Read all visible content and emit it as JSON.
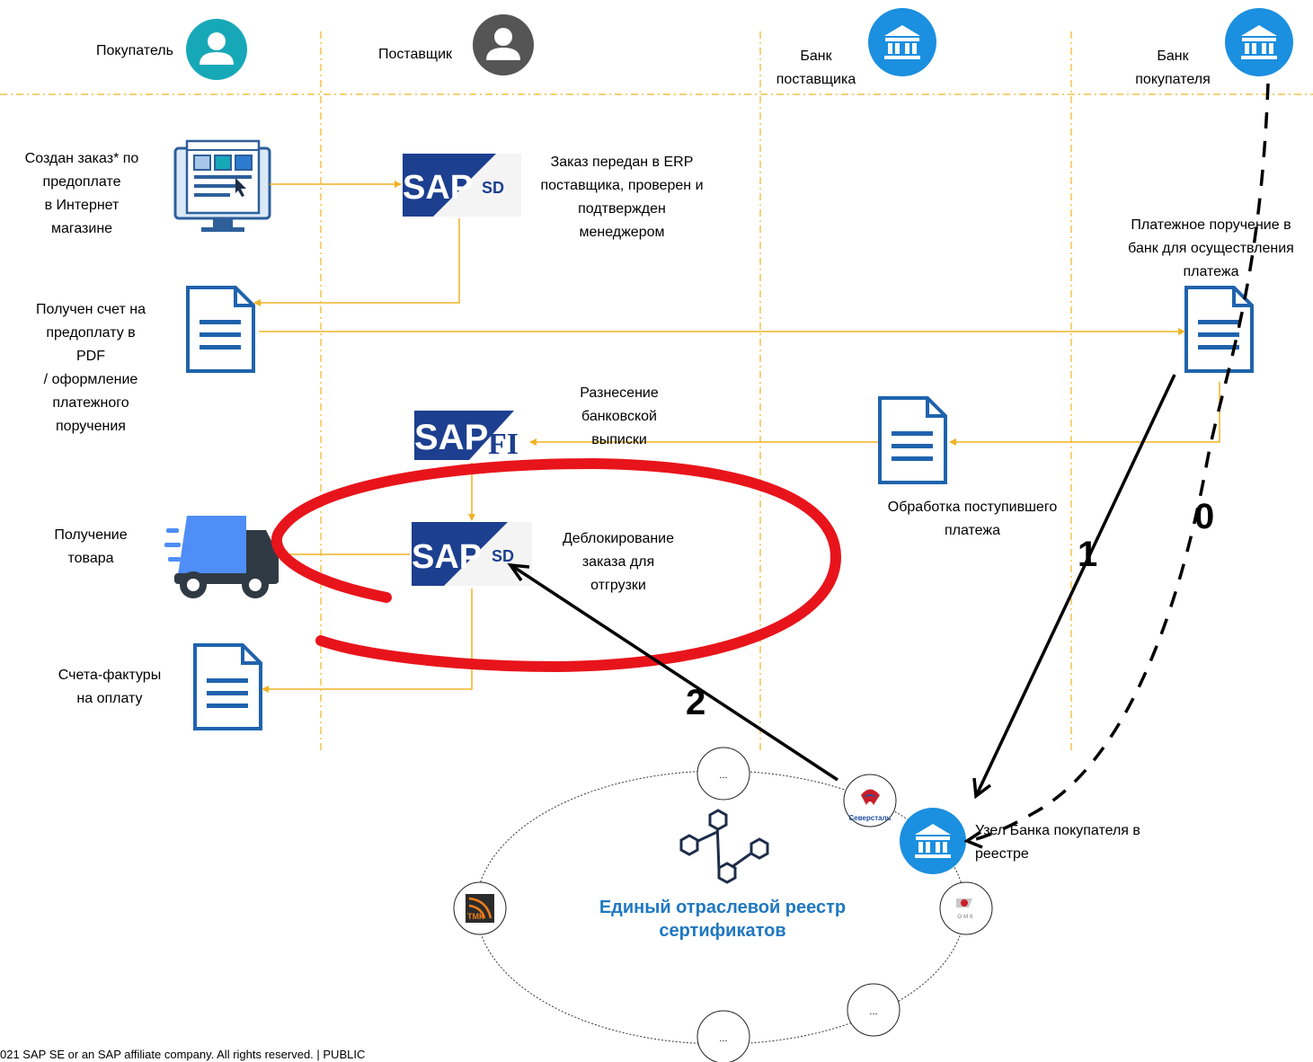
{
  "colors": {
    "flow": "#f0b323",
    "lane": "#f0b323",
    "highlight": "#e8141b",
    "buyer": "#17a8b8",
    "supplier": "#555555",
    "bank": "#1b8fe0",
    "doc": "#1f63ad",
    "sap_blue": "#1d3f8f",
    "registry_text": "#1f78c1"
  },
  "lanes": {
    "buyer": {
      "label": "Покупатель",
      "icon": "person-icon"
    },
    "supplier": {
      "label": "Поставщик",
      "icon": "person-icon"
    },
    "supplier_bank": {
      "label": "Банк\nпоставщика",
      "icon": "bank-icon"
    },
    "buyer_bank": {
      "label": "Банк\nпокупателя",
      "icon": "bank-icon"
    }
  },
  "steps": {
    "order_created": "Создан заказ* по\nпредоплате\nв Интернет\nмагазине",
    "order_erp": "Заказ передан в ERP\nпоставщика, проверен и\nподтвержден\nменеджером",
    "invoice_received": "Получен счет на\nпредоплату в\nPDF\n/ оформление\nплатежного\nпоручения",
    "payment_order": "Платежное поручение в\nбанк для осуществления\nплатежа",
    "bank_statement": "Разнесение\nбанковской\nвыписки",
    "payment_processing": "Обработка поступившего\nплатежа",
    "goods_received": "Получение\nтовара",
    "unblock_order": "Деблокирование\nзаказа для\nотгрузки",
    "invoices": "Счета-фактуры\nна оплату",
    "bank_node": "Узел Банка покупателя в\nреестре"
  },
  "sap": {
    "logo": "SAP",
    "sd": "SD",
    "fi": "FI"
  },
  "registry": {
    "title": "Единый отраслевой реестр\nсертификатов",
    "nodes": [
      "...",
      "...",
      "..."
    ],
    "members": [
      "Северсталь",
      "ОМК",
      "ТМК"
    ]
  },
  "arrow_numbers": {
    "zero": "0",
    "one": "1",
    "two": "2"
  },
  "footer": "021 SAP SE or an SAP affiliate company. All rights reserved.   |   PUBLIC"
}
